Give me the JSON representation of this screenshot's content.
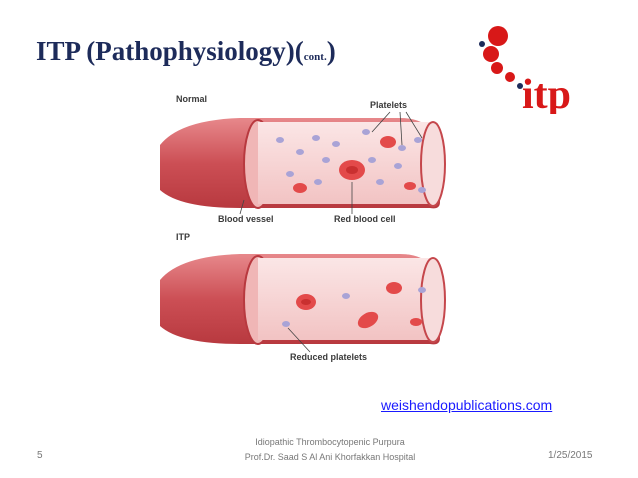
{
  "slide": {
    "title_main": "ITP (Pathophysiology)(",
    "title_small": "cont.",
    "title_close": ")",
    "logo_text": "itp",
    "link_text": "weishendopublications.com",
    "slide_number": "5",
    "footer_line1": "Idiopathic Thrombocytopenic Purpura",
    "footer_line2": "Prof.Dr. Saad S Al Ani    Khorfakkan Hospital",
    "date": "1/25/2015"
  },
  "figure": {
    "normal_label": "Normal",
    "platelets_label": "Platelets",
    "blood_vessel_label": "Blood vessel",
    "rbc_label": "Red blood cell",
    "itp_label": "ITP",
    "reduced_label": "Reduced platelets"
  },
  "colors": {
    "title": "#1d2b5a",
    "link": "#1a1aff",
    "logo_red": "#d81818",
    "vessel": "#d9656a",
    "vessel_inner": "#f6d3d3",
    "rbc": "#e34a4a",
    "platelet": "#a9a3d6"
  }
}
